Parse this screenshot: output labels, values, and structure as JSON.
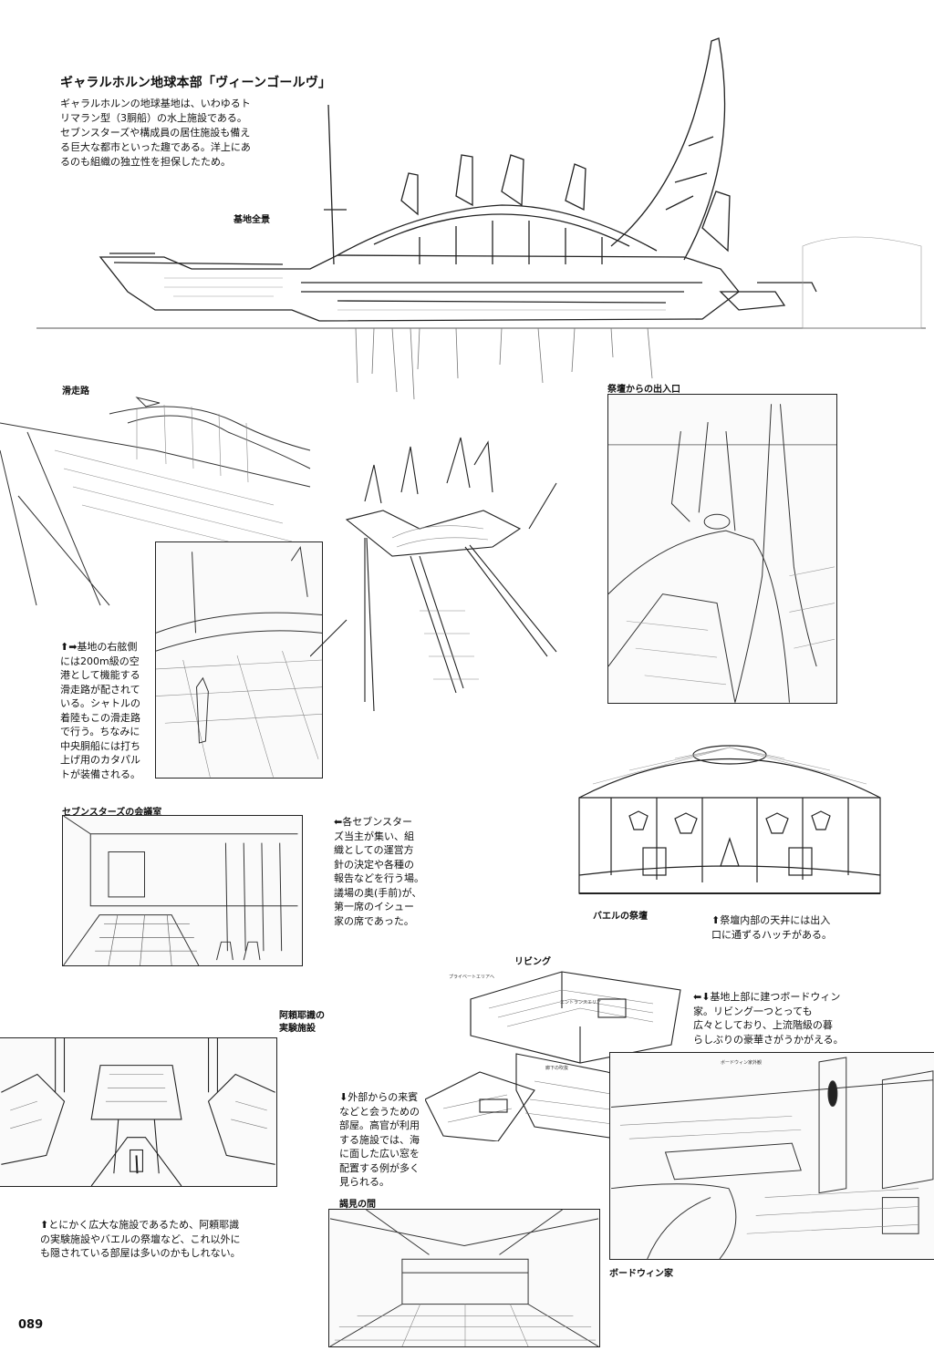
{
  "page": {
    "title": "ギャラルホルン地球本部「ヴィーンゴールヴ」",
    "lead": [
      "ギャラルホルンの地球基地は、いわゆるト",
      "リマラン型（3胴船）の水上施設である。",
      "セブンスターズや構成員の居住施設も備え",
      "る巨大な都市といった趣である。洋上にあ",
      "るのも組織の独立性を担保したため。"
    ],
    "page_number": "089"
  },
  "captions": {
    "base_overview": "基地全景",
    "runway": "滑走路",
    "altar_entrance": "祭壇からの出入口",
    "council_room": "セブンスターズの会議室",
    "bael_altar": "バエルの祭壇",
    "living": "リビング",
    "lab": [
      "阿頼耶識の",
      "実験施設"
    ],
    "audience_hall": "謁見の間",
    "bauduin_house": "ボードウィン家"
  },
  "notes": {
    "runway": [
      "⬆➡基地の右舷側",
      "には200m級の空",
      "港として機能する",
      "滑走路が配されて",
      "いる。シャトルの",
      "着陸もこの滑走路",
      "で行う。ちなみに",
      "中央胴船には打ち",
      "上げ用のカタパル",
      "トが装備される。"
    ],
    "council": [
      "⬅各セブンスター",
      "ズ当主が集い、組",
      "織としての運営方",
      "針の決定や各種の",
      "報告などを行う場。",
      "議場の奥(手前)が、",
      "第一席のイシュー",
      "家の席であった。"
    ],
    "altar": [
      "⬆祭壇内部の天井には出入",
      "口に通ずるハッチがある。"
    ],
    "house": [
      "⬅⬇基地上部に建つボードウィン",
      "家。リビング一つとっても",
      "広々としており、上流階級の暮",
      "らしぶりの豪華さがうかがえる。"
    ],
    "guests": [
      "⬇外部からの来賓",
      "などと会うための",
      "部屋。高官が利用",
      "する施設では、海",
      "に面した広い窓を",
      "配置する例が多く",
      "見られる。"
    ],
    "lab": [
      "⬆とにかく広大な施設であるため、阿頼耶識",
      "の実験施設やバエルの祭壇など、これ以外に",
      "も隠されている部屋は多いのかもしれない。"
    ]
  },
  "floorplan_labels": {
    "private_area": "プライベートエリアへ",
    "entrance": "エントランスエリア",
    "hall": "廊下の吹抜",
    "house_exterior": "ボードウィン家外観"
  }
}
